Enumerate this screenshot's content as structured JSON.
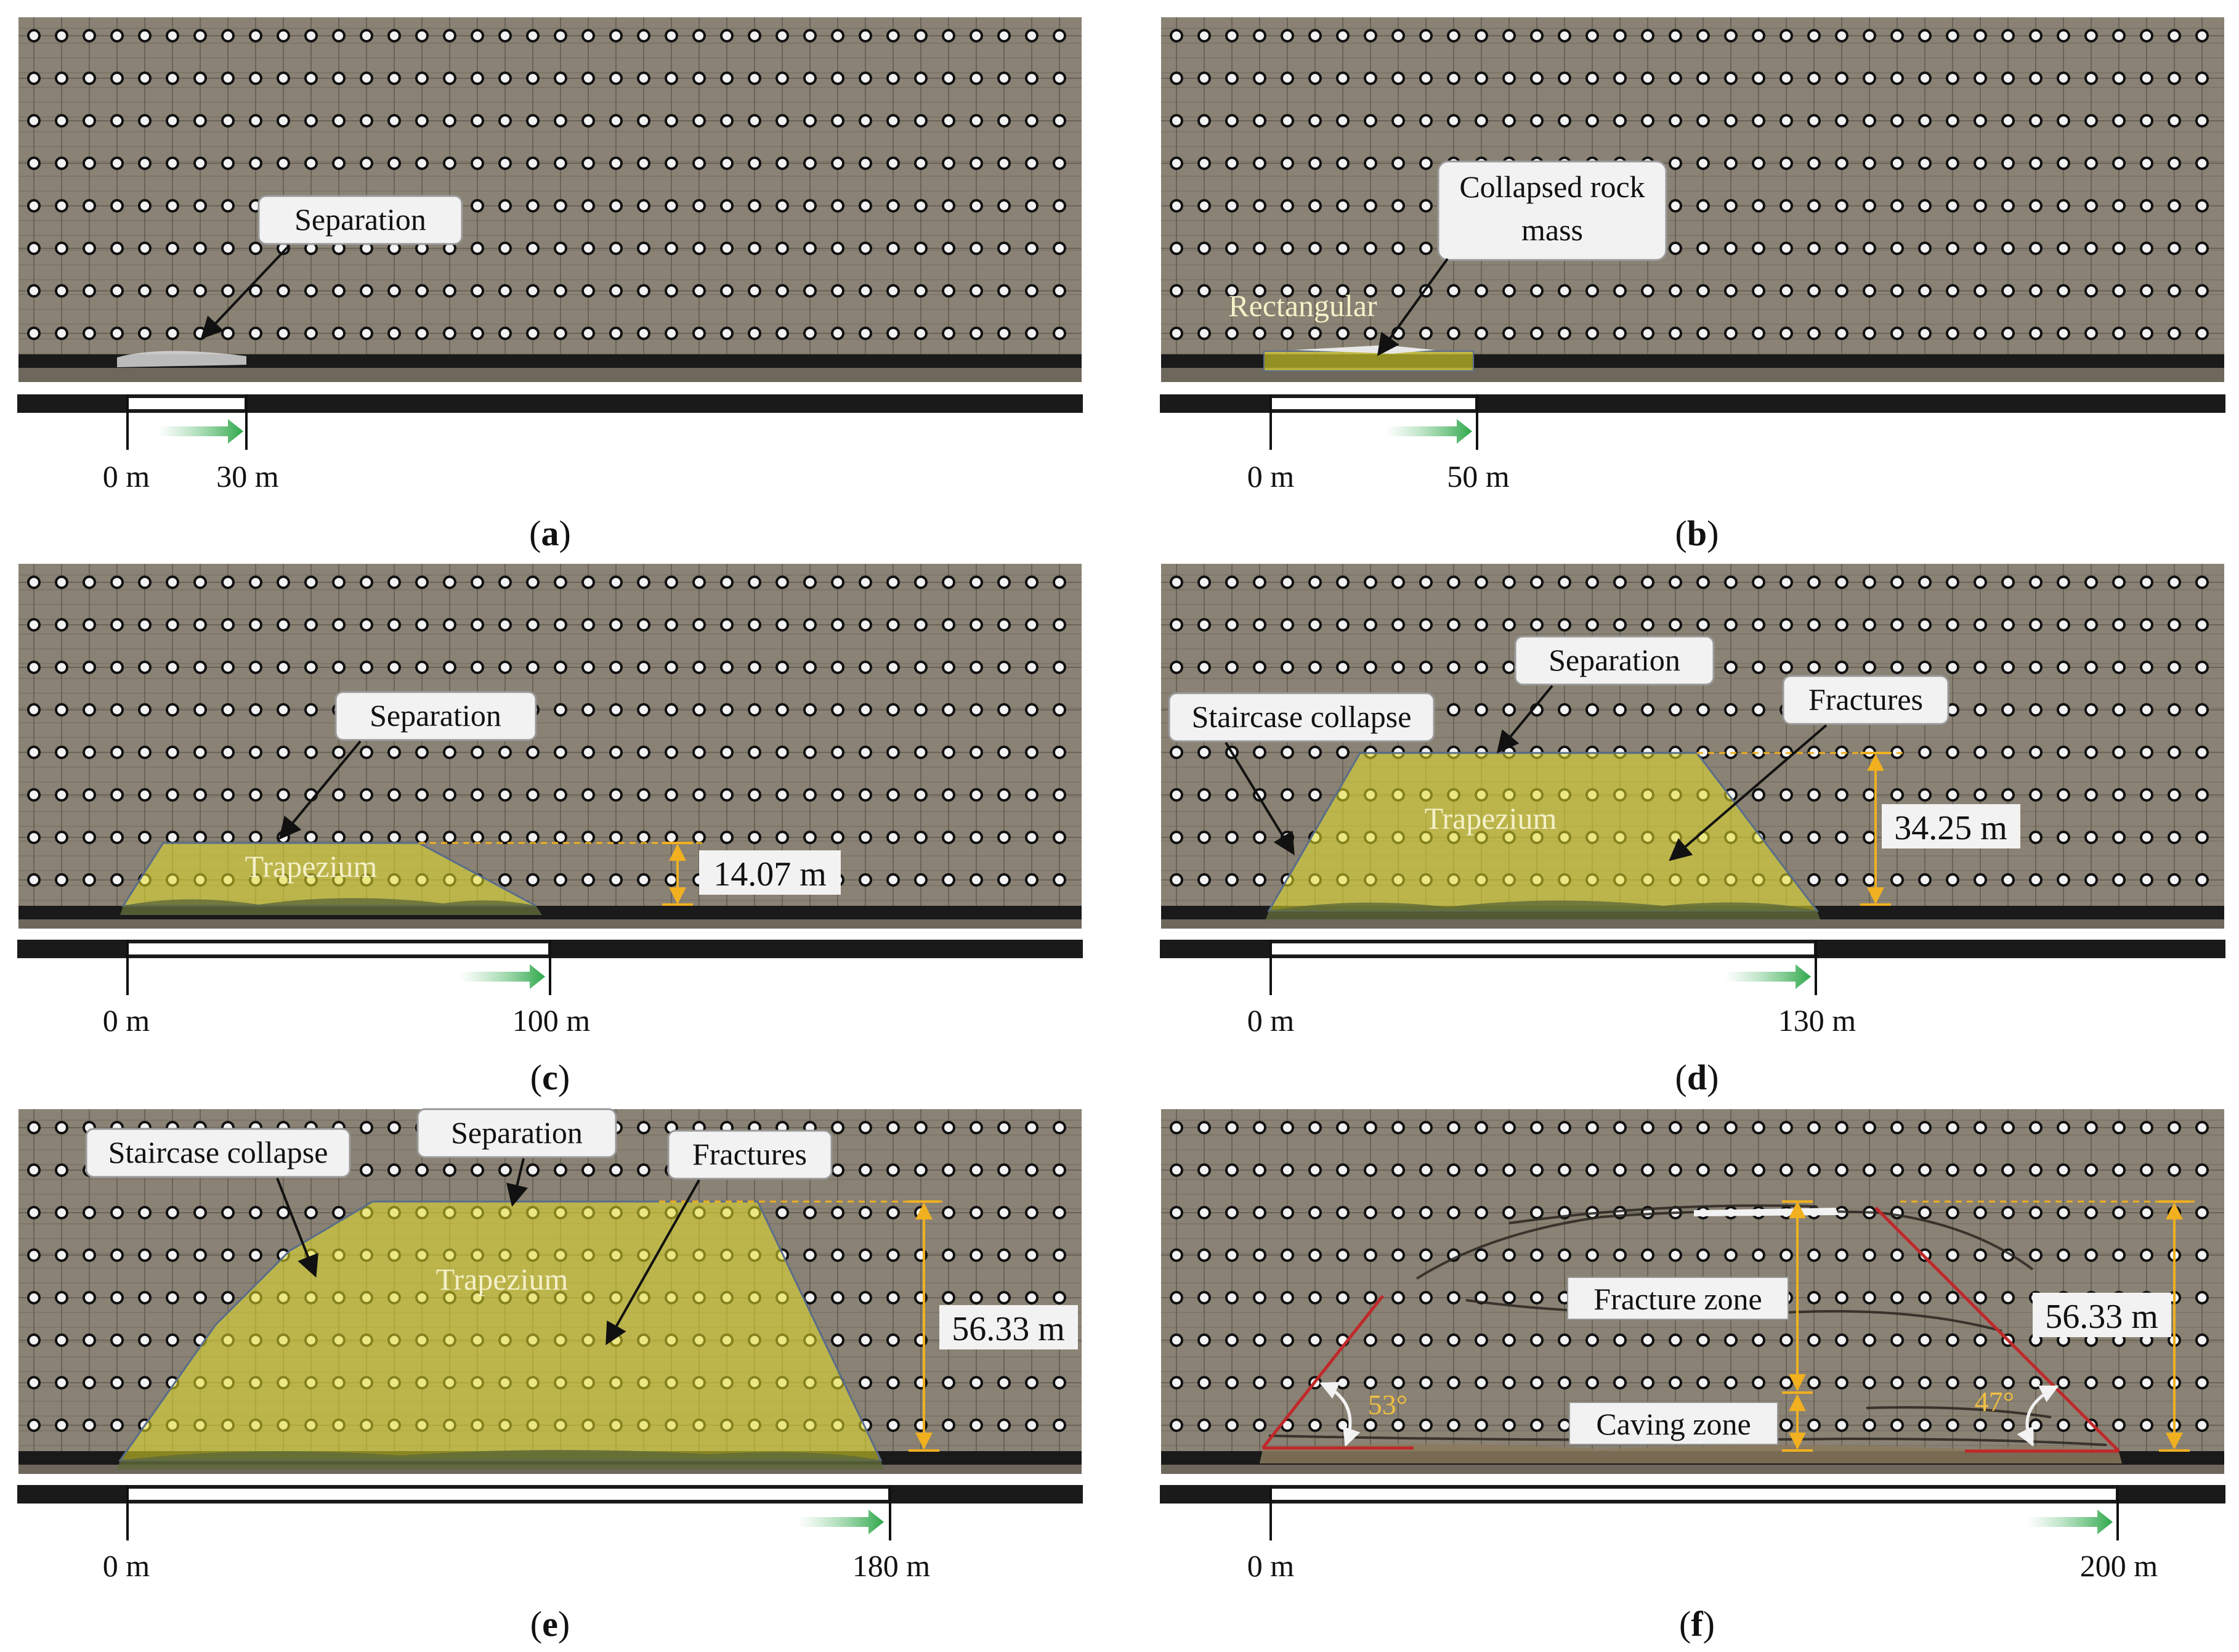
{
  "colors": {
    "model_background": "#8a8274",
    "grid_line": "#6a6358",
    "marker_ring": "#111111",
    "marker_fill": "#f2f2f2",
    "base_beam": "#1a1a1a",
    "zone_fill": "#e6e02a",
    "zone_outline": "#5a6d8a",
    "dimension_line": "#f0b020",
    "boundary_line": "#c0282a",
    "progress_arrow": "#2ea84a"
  },
  "icons": [
    "arrow-right-icon",
    "pointer-arrow-icon",
    "double-arrow-icon",
    "curved-arrow-icon",
    "marker-dot-icon"
  ],
  "panels": [
    {
      "caption": "(a)",
      "caption_letter": "a",
      "progress": {
        "start_label": "0 m",
        "end_label": "30 m",
        "distance_m": 30
      },
      "callouts": [
        {
          "text": "Separation"
        }
      ],
      "zone": null,
      "measurement": null
    },
    {
      "caption": "(b)",
      "caption_letter": "b",
      "progress": {
        "start_label": "0 m",
        "end_label": "50 m",
        "distance_m": 50
      },
      "callouts": [
        {
          "text_line1": "Collapsed rock",
          "text_line2": "mass"
        }
      ],
      "zone": {
        "label": "Rectangular"
      },
      "measurement": null
    },
    {
      "caption": "(c)",
      "caption_letter": "c",
      "progress": {
        "start_label": "0 m",
        "end_label": "100 m",
        "distance_m": 100
      },
      "callouts": [
        {
          "text": "Separation"
        }
      ],
      "zone": {
        "label": "Trapezium"
      },
      "measurement": {
        "label": "14.07 m",
        "value_m": 14.07
      }
    },
    {
      "caption": "(d)",
      "caption_letter": "d",
      "progress": {
        "start_label": "0 m",
        "end_label": "130 m",
        "distance_m": 130
      },
      "callouts": [
        {
          "text": "Separation"
        },
        {
          "text": "Staircase collapse"
        },
        {
          "text": "Fractures"
        }
      ],
      "zone": {
        "label": "Trapezium"
      },
      "measurement": {
        "label": "34.25 m",
        "value_m": 34.25
      }
    },
    {
      "caption": "(e)",
      "caption_letter": "e",
      "progress": {
        "start_label": "0 m",
        "end_label": "180 m",
        "distance_m": 180
      },
      "callouts": [
        {
          "text": "Staircase collapse"
        },
        {
          "text": "Separation"
        },
        {
          "text": "Fractures"
        }
      ],
      "zone": {
        "label": "Trapezium"
      },
      "measurement": {
        "label": "56.33 m",
        "value_m": 56.33
      }
    },
    {
      "caption": "(f)",
      "caption_letter": "f",
      "progress": {
        "start_label": "0 m",
        "end_label": "200 m",
        "distance_m": 200
      },
      "callouts": [
        {
          "text": "Fracture zone"
        },
        {
          "text": "Caving zone"
        }
      ],
      "zone": null,
      "measurement": {
        "label": "56.33 m",
        "value_m": 56.33
      },
      "angles": [
        {
          "label": "53°",
          "value_deg": 53
        },
        {
          "label": "47°",
          "value_deg": 47
        }
      ]
    }
  ]
}
